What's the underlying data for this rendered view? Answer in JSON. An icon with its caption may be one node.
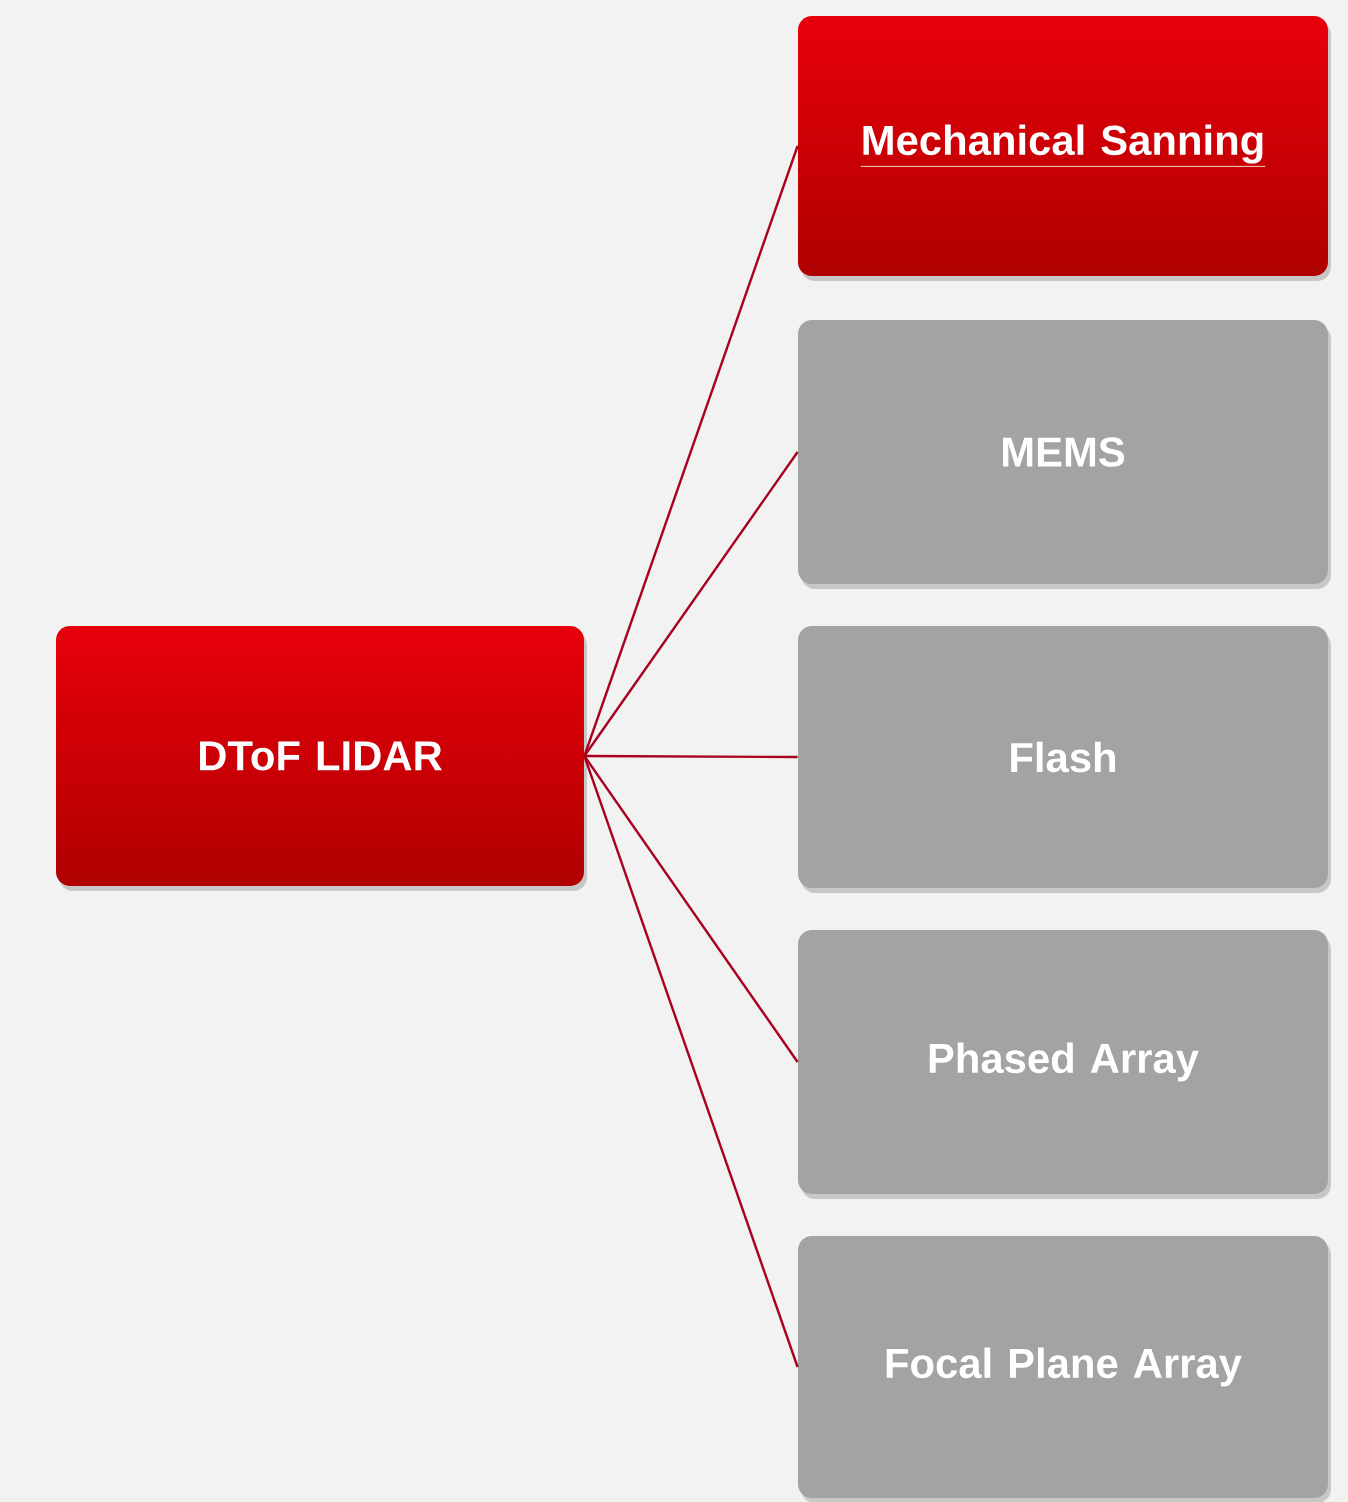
{
  "diagram": {
    "nodes": [
      {
        "text": [
          "DToF LIDAR"
        ]
      },
      {
        "text": [
          "Mechanical Sanning"
        ]
      },
      {
        "text": [
          "MEMS"
        ]
      },
      {
        "text": [
          "Flash"
        ]
      },
      {
        "text": [
          "Phased Array"
        ]
      },
      {
        "text": [
          "Focal Plane Array"
        ]
      }
    ],
    "edges": [
      {
        "from": 0,
        "to": 1,
        "arrow": "none"
      },
      {
        "from": 0,
        "to": 2,
        "arrow": "none"
      },
      {
        "from": 0,
        "to": 3,
        "arrow": "none"
      },
      {
        "from": 0,
        "to": 4,
        "arrow": "none"
      },
      {
        "from": 0,
        "to": 5,
        "arrow": "none"
      }
    ]
  }
}
